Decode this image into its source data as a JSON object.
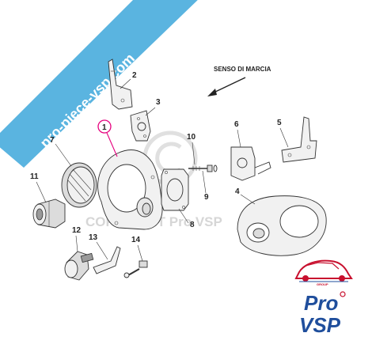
{
  "banner": {
    "text": "pro-piece-vsp.com",
    "color": "#5ab4e0"
  },
  "direction": {
    "label": "SENSO DI MARCIA"
  },
  "watermark": {
    "text": "COPYRIGHT Pro VSP"
  },
  "callouts": [
    "1",
    "2",
    "3",
    "4",
    "5",
    "6",
    "7",
    "8",
    "9",
    "10",
    "11",
    "12",
    "13",
    "14"
  ],
  "highlight_color": "#e6007e",
  "logo": {
    "line1": "Pro",
    "line2": "VSP",
    "tag": "GROUP",
    "brand_blue": "#1f4e9c",
    "brand_red": "#c8102e"
  }
}
